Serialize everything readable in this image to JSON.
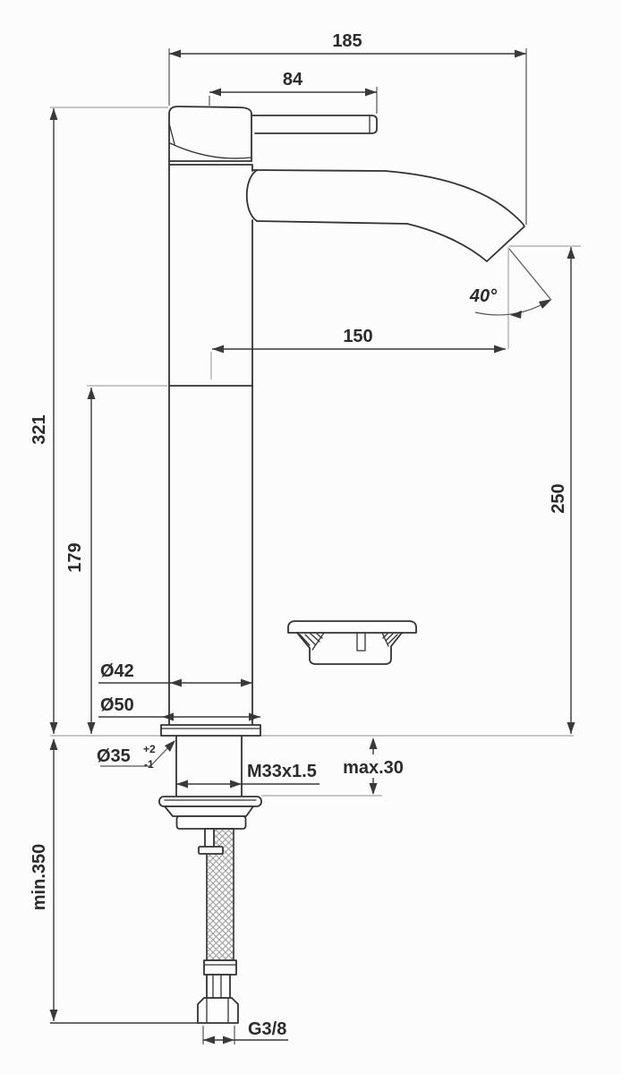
{
  "drawing": {
    "title": "faucet-installation-dimension-drawing",
    "labels": {
      "width_total": "185",
      "handle_length": "84",
      "spout_angle": "40°",
      "spout_reach": "150",
      "total_height": "321",
      "body_height": "179",
      "spout_height": "250",
      "body_diameter": "Ø42",
      "base_diameter": "Ø50",
      "hole_diameter": "Ø35",
      "hole_tol_plus": "+2",
      "hole_tol_minus": "-1",
      "thread": "M33x1.5",
      "deck_max": "max.30",
      "clearance_min": "min.350",
      "hose_thread": "G3/8"
    },
    "colors": {
      "background": "#fcfcfc",
      "outline": "#333333",
      "dimension": "#3a3a3a",
      "extension": "#a6a6a6",
      "text": "#2b2b2b"
    }
  }
}
